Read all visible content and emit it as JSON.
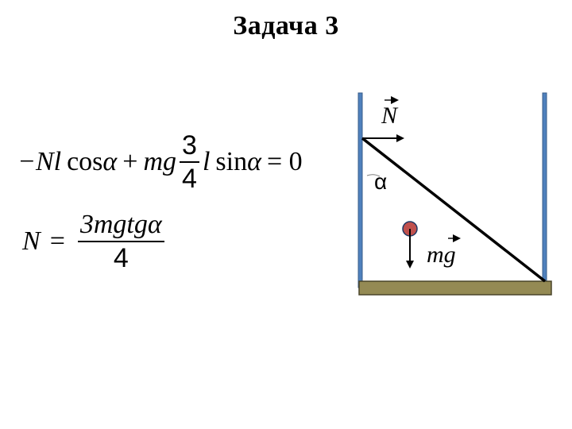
{
  "title": "Задача 3",
  "equation_1": {
    "minus_N_l": "−Nl",
    "cos": "cos",
    "alpha": "α",
    "plus": "+",
    "mg": "mg",
    "frac_num": "3",
    "frac_den": "4",
    "l": "l",
    "sin": "sin",
    "alpha_2": "α",
    "equals_zero": "= 0"
  },
  "equation_2": {
    "N": "N",
    "equals": "=",
    "numerator": "3mgtgα",
    "denominator": "4"
  },
  "diagram": {
    "vector_N_label": "N",
    "angle_label": "α",
    "vector_mg_label": "mg",
    "colors": {
      "wall": "#4F81BD",
      "wall_outline": "#385D8A",
      "floor": "#948A54",
      "floor_outline": "#4A452A",
      "rod": "#000000",
      "center_of_mass": "#C0504D",
      "center_of_mass_outline": "#1F3864"
    }
  }
}
